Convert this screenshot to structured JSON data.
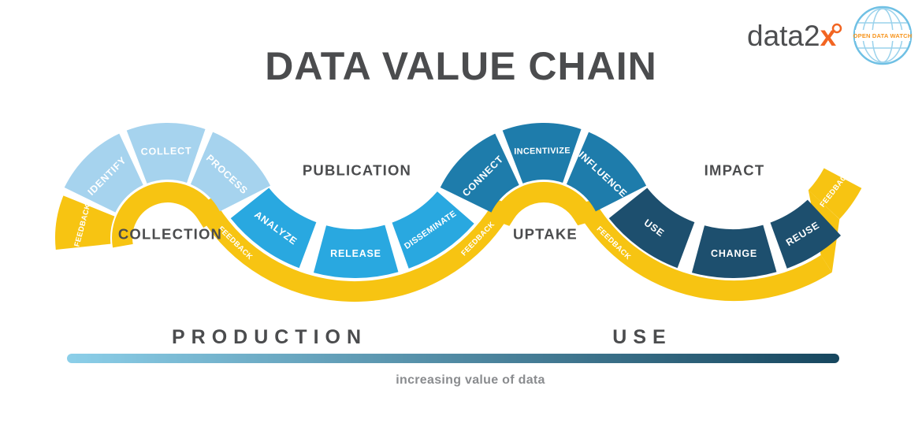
{
  "header": {
    "title": "DATA VALUE CHAIN",
    "data2x_logo": {
      "prefix": "data2",
      "x": "x"
    },
    "odw_logo": {
      "text": "OPEN DATA WATCH"
    }
  },
  "colors": {
    "ribbon_yellow": "#f7c412",
    "collection_blue": "#a6d3ee",
    "publication_blue": "#29a8e0",
    "uptake_blue": "#1e7cab",
    "impact_navy": "#1d4f6e",
    "heading_gray": "#4b4c4e",
    "caption_gray": "#8a8c8f",
    "logo_gray": "#4d4e50",
    "logo_orange": "#f26522",
    "odw_blue": "#6fc0e4",
    "odw_orange": "#f7941d"
  },
  "phases": [
    {
      "name": "COLLECTION",
      "segments": [
        "IDENTIFY",
        "COLLECT",
        "PROCESS"
      ]
    },
    {
      "name": "PUBLICATION",
      "segments": [
        "ANALYZE",
        "RELEASE",
        "DISSEMINATE"
      ]
    },
    {
      "name": "UPTAKE",
      "segments": [
        "CONNECT",
        "INCENTIVIZE",
        "INFLUENCE"
      ]
    },
    {
      "name": "IMPACT",
      "segments": [
        "USE",
        "CHANGE",
        "REUSE"
      ]
    }
  ],
  "feedback_label": "FEEDBACK",
  "footer": {
    "left_label": "PRODUCTION",
    "right_label": "USE",
    "caption": "increasing value of data",
    "gradient_start": "#8ccfe9",
    "gradient_end": "#16465e"
  }
}
